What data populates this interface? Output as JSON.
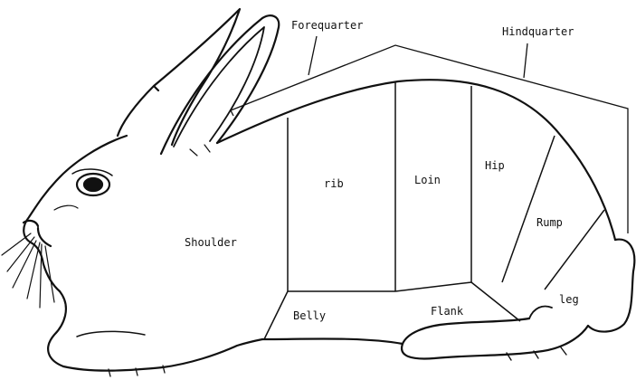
{
  "diagram": {
    "group_labels": {
      "forequarter": "Forequarter",
      "hindquarter": "Hindquarter"
    },
    "cut_labels": {
      "shoulder": "Shoulder",
      "rib": "rib",
      "loin": "Loin",
      "hip": "Hip",
      "rump": "Rump",
      "leg": "leg",
      "belly": "Belly",
      "flank": "Flank"
    },
    "style": {
      "line_color": "#111111",
      "background": "#ffffff"
    }
  }
}
